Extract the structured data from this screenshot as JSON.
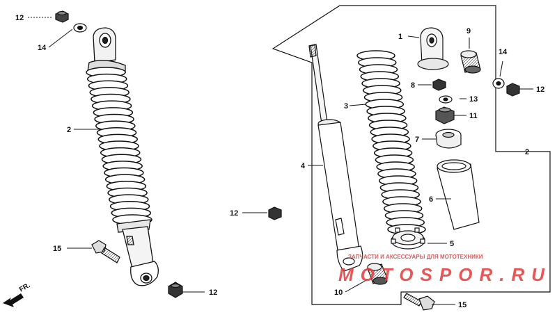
{
  "callouts": {
    "c1": "1",
    "c2a": "2",
    "c2b": "2",
    "c3": "3",
    "c4": "4",
    "c5": "5",
    "c6": "6",
    "c7": "7",
    "c8": "8",
    "c9": "9",
    "c10": "10",
    "c11": "11",
    "c12a": "12",
    "c12b": "12",
    "c12c": "12",
    "c12d": "12",
    "c13": "13",
    "c14a": "14",
    "c14b": "14",
    "c15a": "15",
    "c15b": "15"
  },
  "direction_label": "FR.",
  "watermark": {
    "tagline": "ЗАПЧАСТИ И АКСЕССУАРЫ ДЛЯ МОТОТЕХНИКИ",
    "brand": "MOTOSPOR.RU",
    "color": "#e23a3a"
  }
}
